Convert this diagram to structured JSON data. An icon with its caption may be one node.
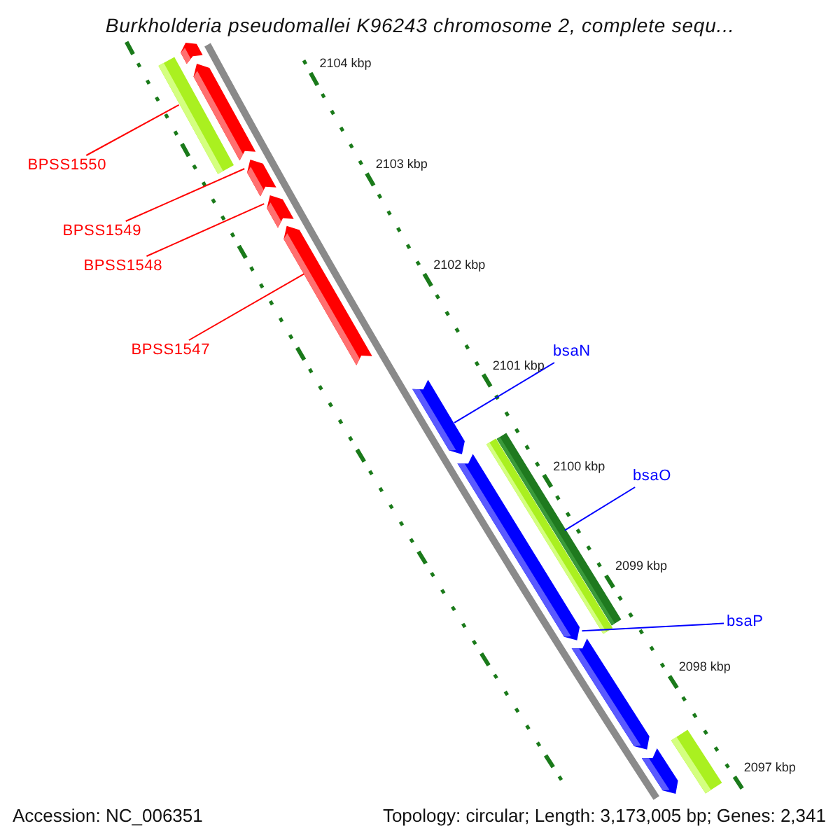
{
  "diagram": {
    "title": "Burkholderia pseudomallei K96243 chromosome 2, complete sequ...",
    "nodes": [
      {
        "text": [
          "BPSS1550"
        ]
      },
      {
        "text": [
          "BPSS1549"
        ]
      },
      {
        "text": [
          "BPSS1548"
        ]
      },
      {
        "text": [
          "BPSS1547"
        ]
      },
      {
        "text": [
          "bsaN"
        ]
      },
      {
        "text": [
          "bsaO"
        ]
      },
      {
        "text": [
          "bsaP"
        ]
      },
      {
        "text": [],
        "shape": "pentagon"
      },
      {
        "text": [],
        "shape": "bar"
      },
      {
        "text": [],
        "shape": "pentagon"
      },
      {
        "text": [],
        "shape": "pentagon"
      },
      {
        "text": [],
        "shape": "pentagon"
      },
      {
        "text": [],
        "shape": "pentagon"
      },
      {
        "text": [],
        "shape": "pentagon"
      },
      {
        "text": [],
        "shape": "bar"
      },
      {
        "text": [],
        "shape": "bar"
      },
      {
        "text": [],
        "shape": "pentagon"
      },
      {
        "text": [],
        "shape": "pentagon"
      },
      {
        "text": [],
        "shape": "bar"
      },
      {
        "text": [],
        "shape": "pentagon"
      }
    ],
    "edges": [
      {
        "from": 0,
        "to": 8,
        "arrow": "none",
        "color": "#ff0000"
      },
      {
        "from": 1,
        "to": 10,
        "arrow": "none",
        "color": "#ff0000"
      },
      {
        "from": 2,
        "to": 11,
        "arrow": "none",
        "color": "#ff0000"
      },
      {
        "from": 3,
        "to": 12,
        "arrow": "none",
        "color": "#ff0000"
      },
      {
        "from": 4,
        "to": 13,
        "arrow": "none",
        "color": "#0000ff"
      },
      {
        "from": 5,
        "to": 14,
        "arrow": "none",
        "color": "#0000ff"
      },
      {
        "from": 6,
        "to": 16,
        "arrow": "none",
        "color": "#0000ff"
      }
    ],
    "labels": [
      "2104 kbp",
      "2103 kbp",
      "2102 kbp",
      "2101 kbp",
      "2100 kbp",
      "2099 kbp",
      "2098 kbp",
      "2097 kbp",
      "Accession: NC_006351",
      "Topology: circular; Length: 3,173,005 bp; Genes: 2,341"
    ]
  }
}
